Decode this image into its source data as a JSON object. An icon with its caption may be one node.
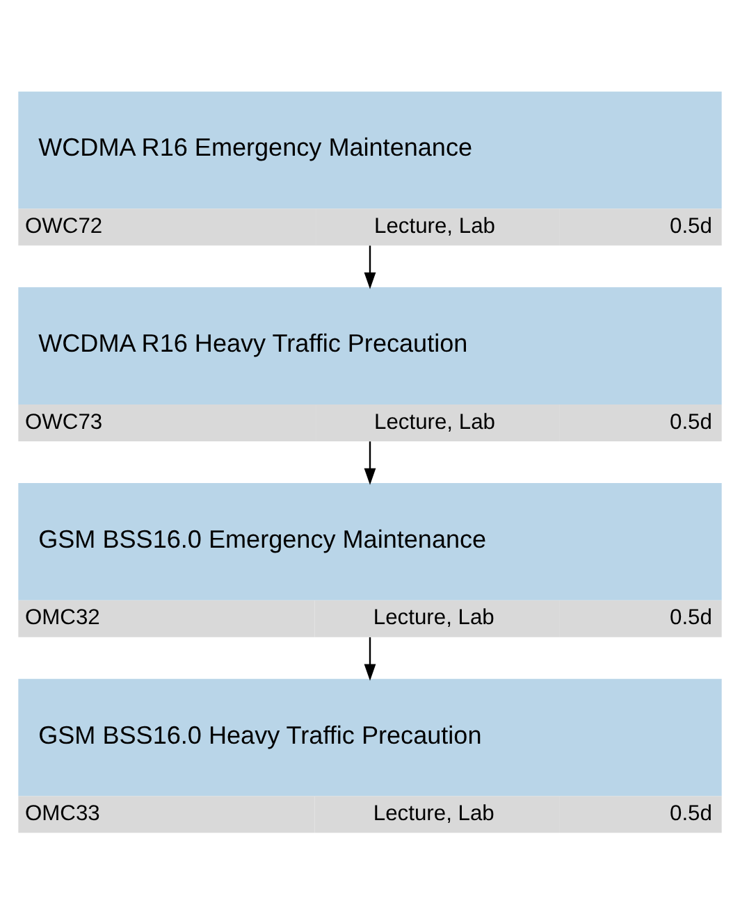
{
  "diagram": {
    "nodes": [
      {
        "text": [
          "WCDMA R16 Emergency Maintenance",
          "OWC72",
          "Lecture, Lab",
          "0.5d"
        ]
      },
      {
        "text": [
          "WCDMA R16 Heavy Traffic Precaution",
          "OWC73",
          "Lecture, Lab",
          "0.5d"
        ]
      },
      {
        "text": [
          "GSM BSS16.0 Emergency Maintenance",
          "OMC32",
          "Lecture, Lab",
          "0.5d"
        ]
      },
      {
        "text": [
          "GSM BSS16.0 Heavy Traffic Precaution",
          "OMC33",
          "Lecture, Lab",
          "0.5d"
        ]
      }
    ],
    "edges": [
      {
        "from": 0,
        "to": 1,
        "arrow": "to"
      },
      {
        "from": 1,
        "to": 2,
        "arrow": "to"
      },
      {
        "from": 2,
        "to": 3,
        "arrow": "to"
      }
    ]
  }
}
